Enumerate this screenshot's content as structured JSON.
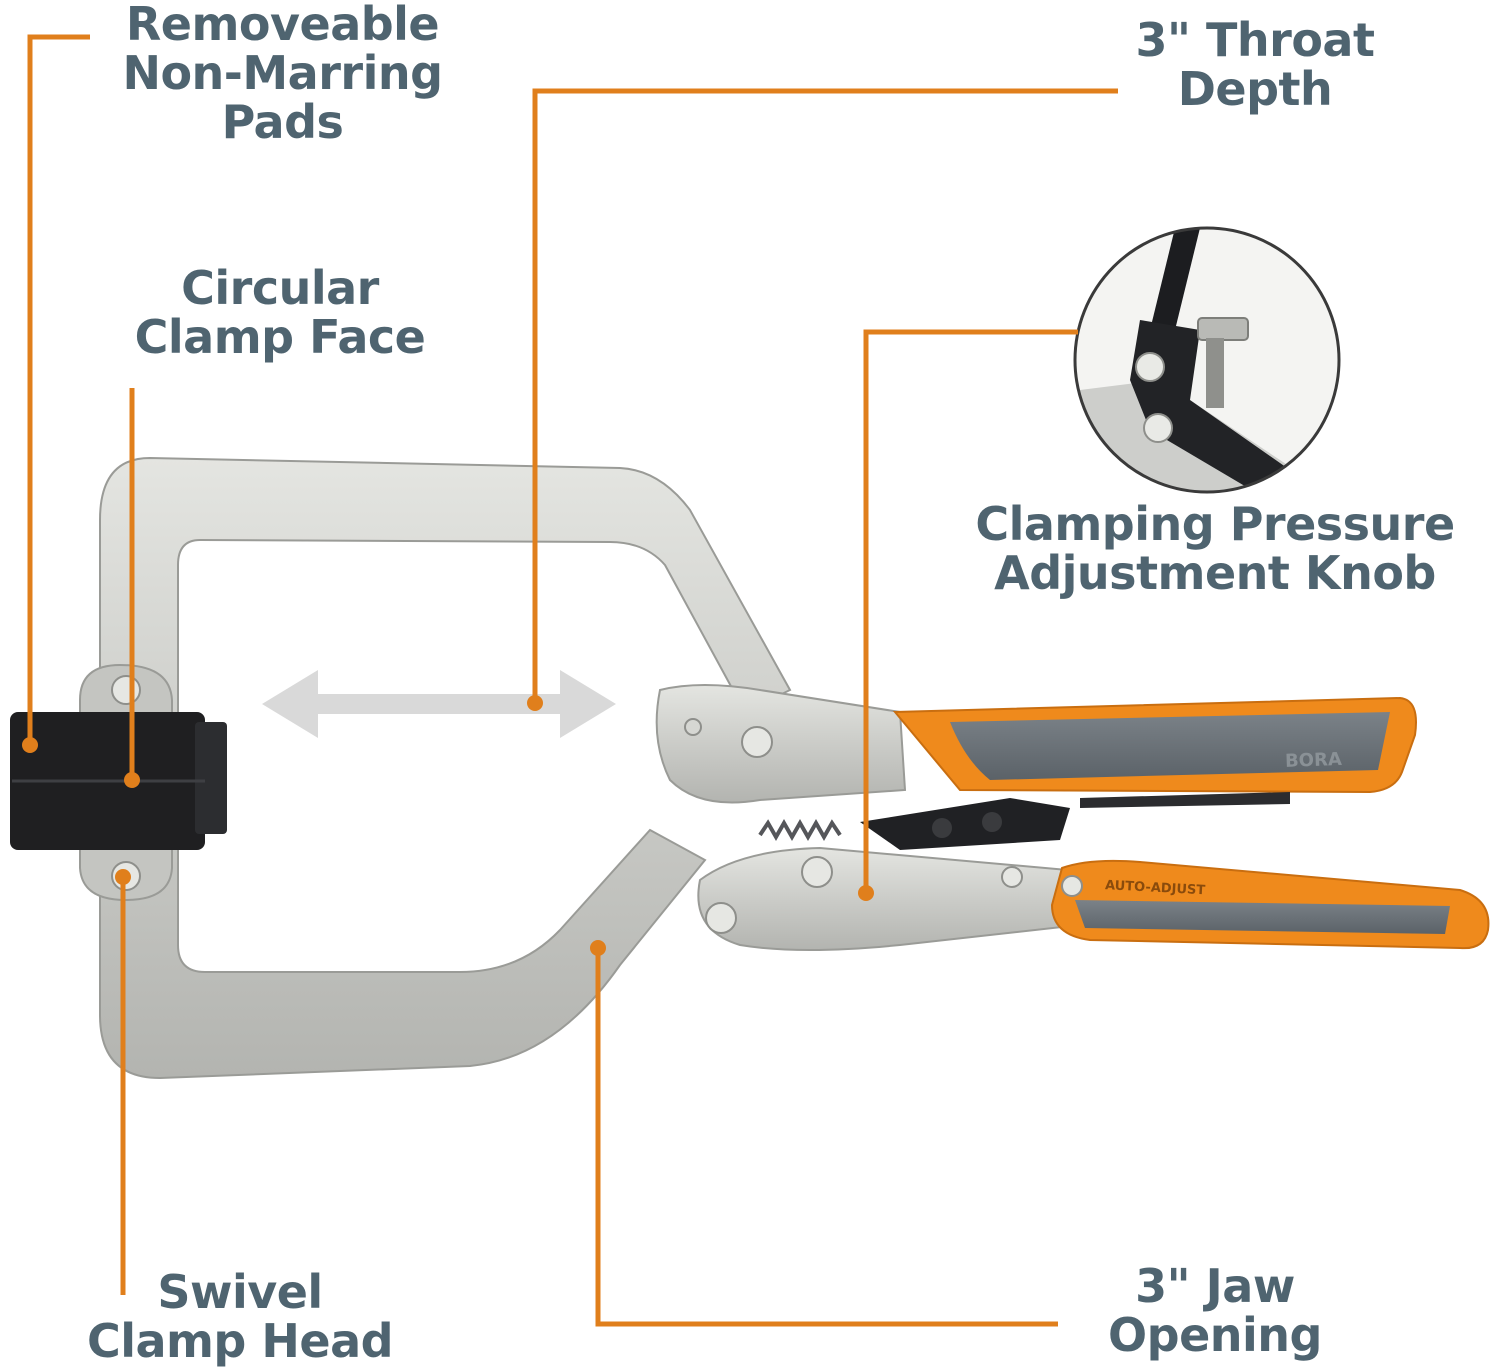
{
  "colors": {
    "leader_line": "#e07f1c",
    "label_text": "#4f6470",
    "steel": "#cfd0cc",
    "steel_dark": "#a9aaa6",
    "handle_orange": "#ef8a1c",
    "handle_gray": "#6c747a",
    "pad_black": "#1f1f21",
    "arrow_gray": "#d9d9d9"
  },
  "callouts": {
    "pads": {
      "lines": [
        "Removeable",
        "Non-Marring",
        "Pads"
      ]
    },
    "throat": {
      "lines": [
        "3\" Throat",
        "Depth"
      ]
    },
    "face": {
      "lines": [
        "Circular",
        "Clamp Face"
      ]
    },
    "knob": {
      "lines": [
        "Clamping Pressure",
        "Adjustment Knob"
      ]
    },
    "swivel": {
      "lines": [
        "Swivel",
        "Clamp Head"
      ]
    },
    "jaw": {
      "lines": [
        "3\" Jaw",
        "Opening"
      ]
    }
  },
  "tool": {
    "brand_mark": "BORA",
    "lever_mark": "AUTO-ADJUST"
  },
  "icons": {
    "depth_arrow": "double-headed-arrow-icon",
    "inset": "adjustment-knob-closeup"
  }
}
